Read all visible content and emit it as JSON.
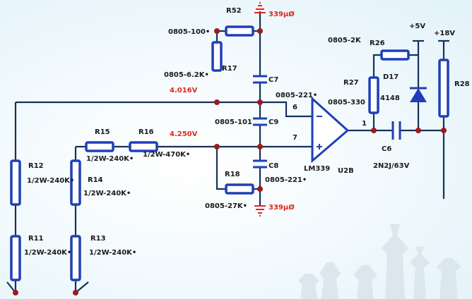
{
  "labels": {
    "r52": "R52",
    "r52_pkg": "0805-100•",
    "r17": "R17",
    "r17_pkg": "0805-6.2K•",
    "v1": "4.016V",
    "c7": "C7",
    "c7_pkg": "0805-221•",
    "c9": "C9",
    "c9_pkg": "0805-101",
    "c8": "C8",
    "c8_pkg": "0805-221•",
    "v2": "4.250V",
    "r18": "R18",
    "r18_pkg": "0805-27K•",
    "cap_top": "339μØ",
    "cap_bot": "339μØ",
    "r15": "R15",
    "r15_val": "1/2W-240K•",
    "r16": "R16",
    "r16_val": "1/2W-470K•",
    "r12": "R12",
    "r12_val": "1/2W-240K•",
    "r14": "R14",
    "r14_val": "1/2W-240K•",
    "r11": "R11",
    "r11_val": "1/2W-240K•",
    "r13": "R13",
    "r13_val": "1/2W-240K•",
    "pin6": "6",
    "pin7": "7",
    "pin1": "1",
    "lm339": "LM339",
    "u2b": "U2B",
    "r27_pkg": "0805-330",
    "r26_pkg": "0805-2K",
    "r26": "R26",
    "r27": "R27",
    "d17": "D17",
    "d17_val": "4148",
    "c6": "C6",
    "c6_val": "2N2J/63V",
    "plus5": "+5V",
    "plus18": "+18V",
    "r28": "R28"
  },
  "colors": {
    "wire": "#16325c",
    "resistor": "#1f3fb8",
    "node": "#9b1c1c",
    "voltage": "#e0261e"
  }
}
